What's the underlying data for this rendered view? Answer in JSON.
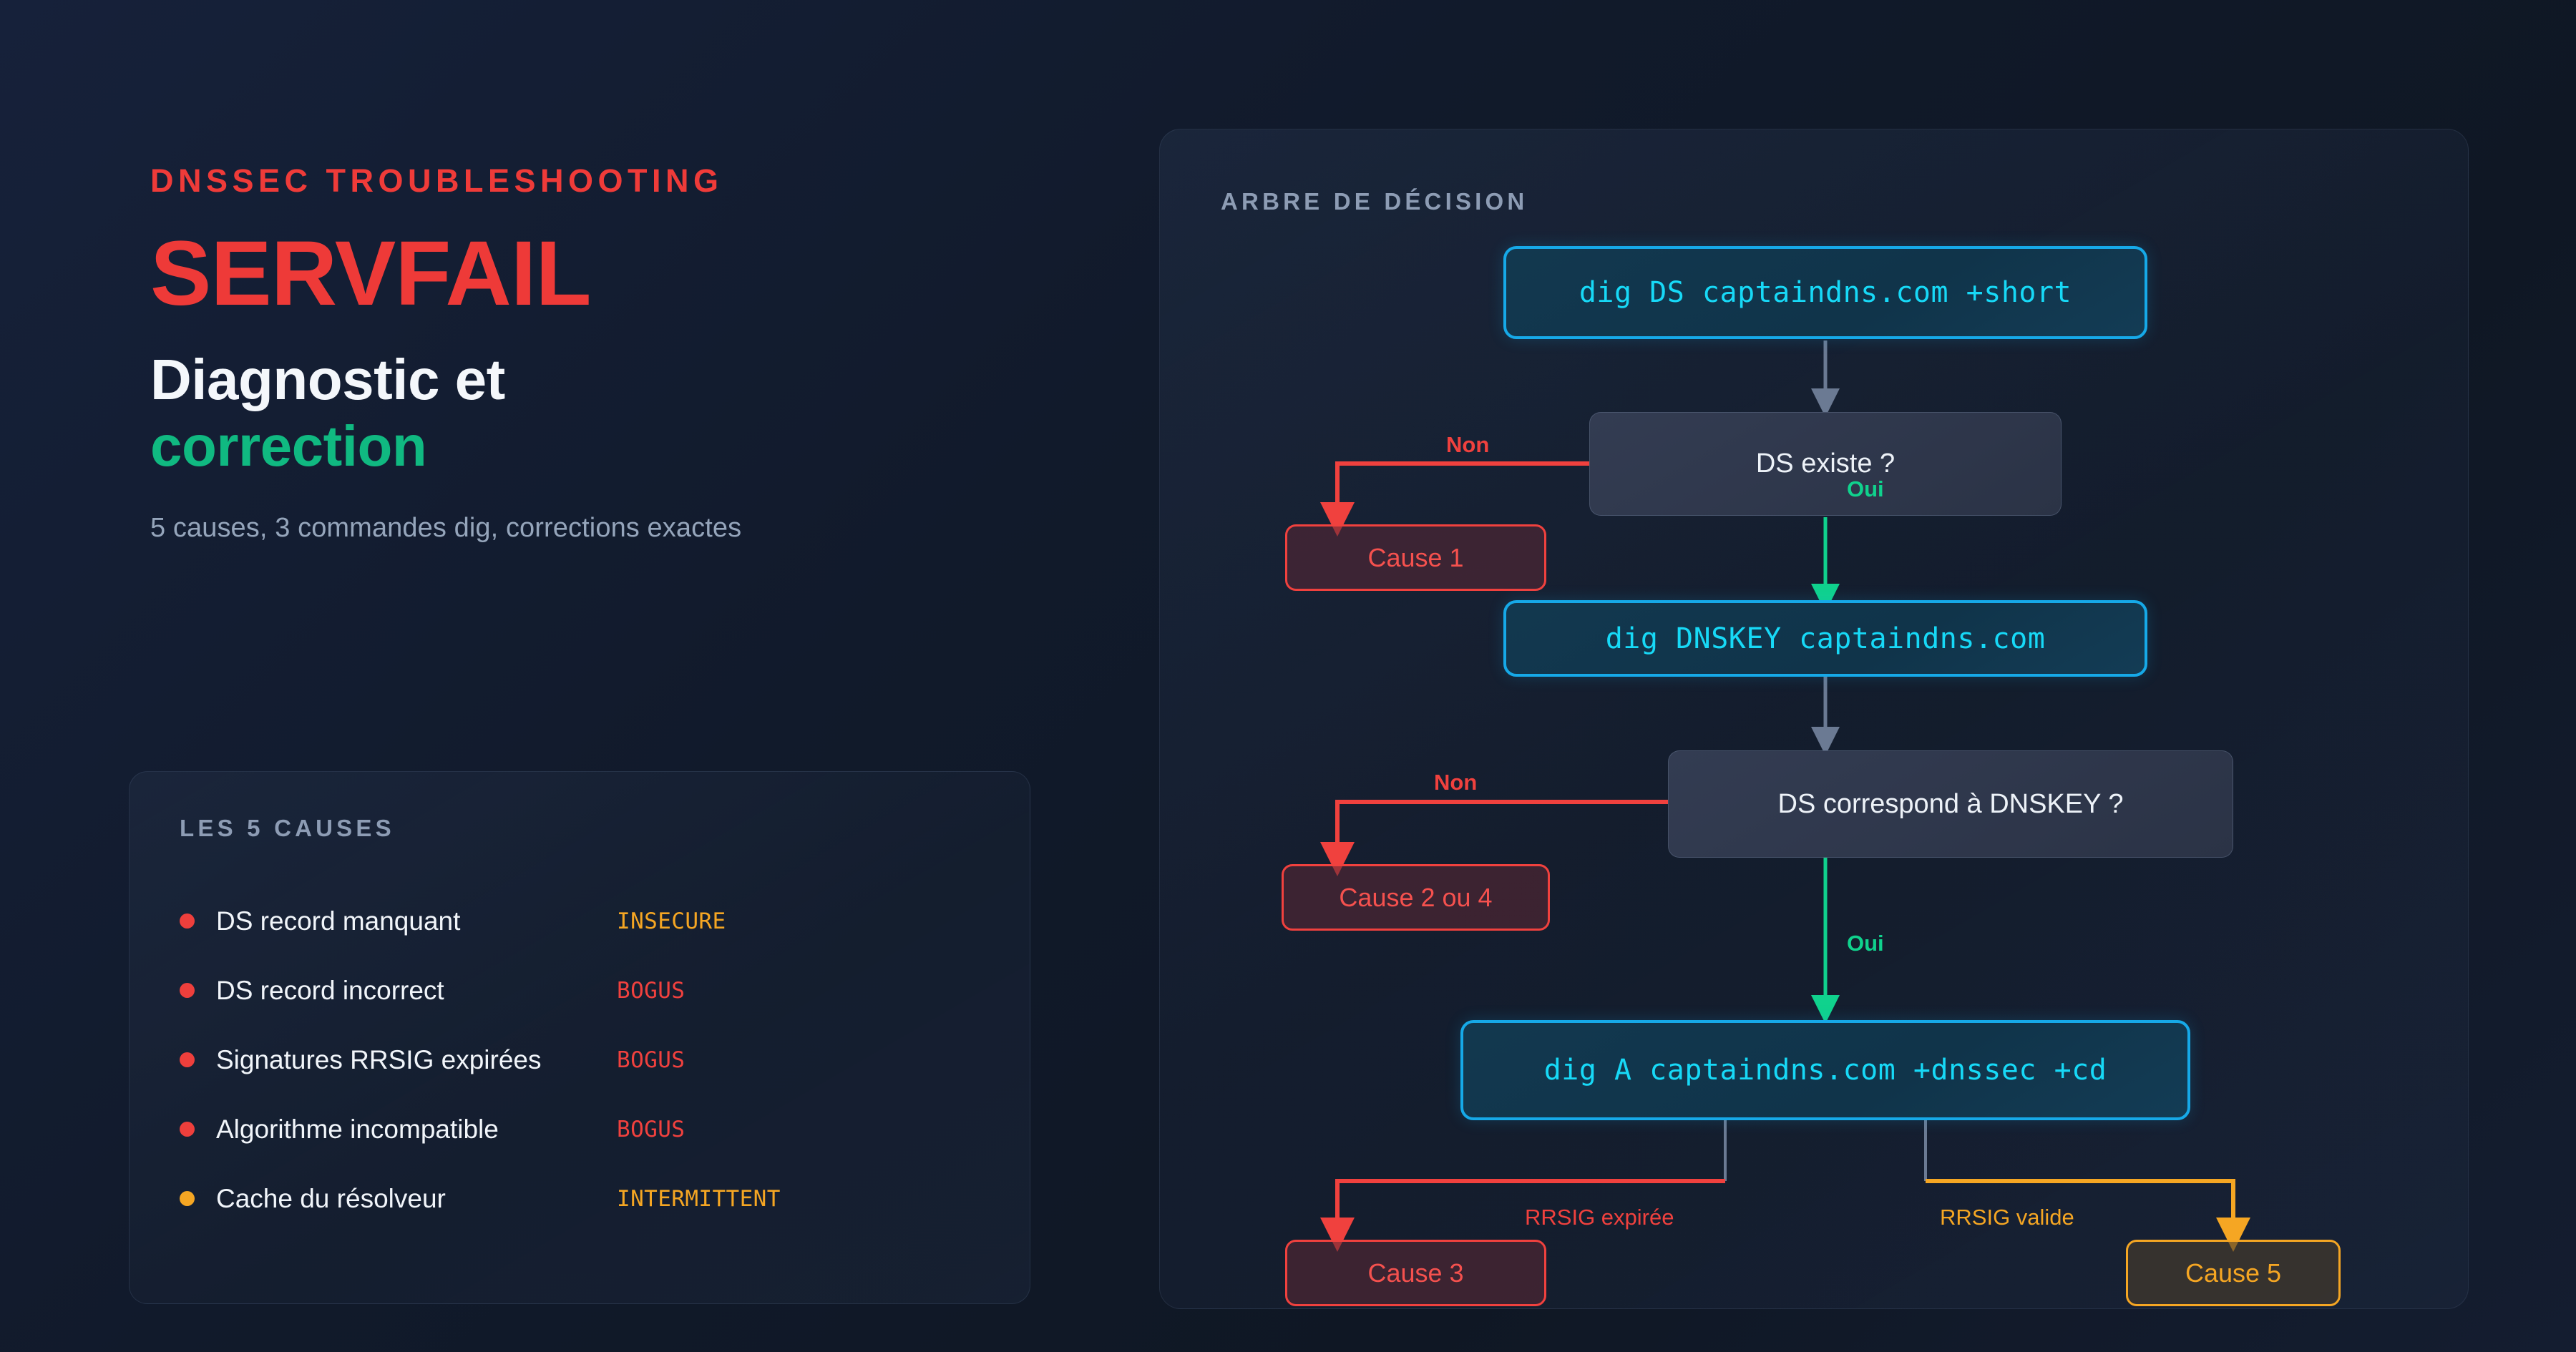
{
  "hero": {
    "eyebrow": "DNSSEC TROUBLESHOOTING",
    "title": "SERVFAIL",
    "subtitle_primary": "Diagnostic et",
    "subtitle_accent": "correction",
    "description": "5 causes, 3 commandes dig, corrections exactes"
  },
  "causes_card": {
    "title": "LES 5 CAUSES",
    "items": [
      {
        "label": "DS record manquant",
        "status": "INSECURE",
        "dot": "red",
        "status_class": "insecure"
      },
      {
        "label": "DS record incorrect",
        "status": "BOGUS",
        "dot": "red",
        "status_class": "bogus"
      },
      {
        "label": "Signatures RRSIG expirées",
        "status": "BOGUS",
        "dot": "red",
        "status_class": "bogus"
      },
      {
        "label": "Algorithme incompatible",
        "status": "BOGUS",
        "dot": "red",
        "status_class": "bogus"
      },
      {
        "label": "Cache du résolveur",
        "status": "INTERMITTENT",
        "dot": "orange",
        "status_class": "intermittent"
      }
    ]
  },
  "tree": {
    "title": "ARBRE DE DÉCISION",
    "nodes": {
      "cmd1": "dig DS captaindns.com +short",
      "decision1": "DS existe ?",
      "cause1": "Cause 1",
      "cmd2": "dig DNSKEY captaindns.com",
      "decision2": "DS correspond à DNSKEY ?",
      "cause24": "Cause 2 ou 4",
      "cmd3": "dig A captaindns.com +dnssec +cd",
      "cause3": "Cause 3",
      "cause5": "Cause 5"
    },
    "edges": {
      "non1": "Non",
      "oui1": "Oui",
      "non2": "Non",
      "oui2": "Oui",
      "rrsig_expiree": "RRSIG expirée",
      "rrsig_valide": "RRSIG valide"
    }
  },
  "colors": {
    "background": "#111a2b",
    "accent_red": "#ee3a38",
    "accent_green": "#10b981",
    "accent_cyan": "#17d9f7",
    "accent_orange": "#f5a623",
    "muted": "#8d9cb4"
  }
}
